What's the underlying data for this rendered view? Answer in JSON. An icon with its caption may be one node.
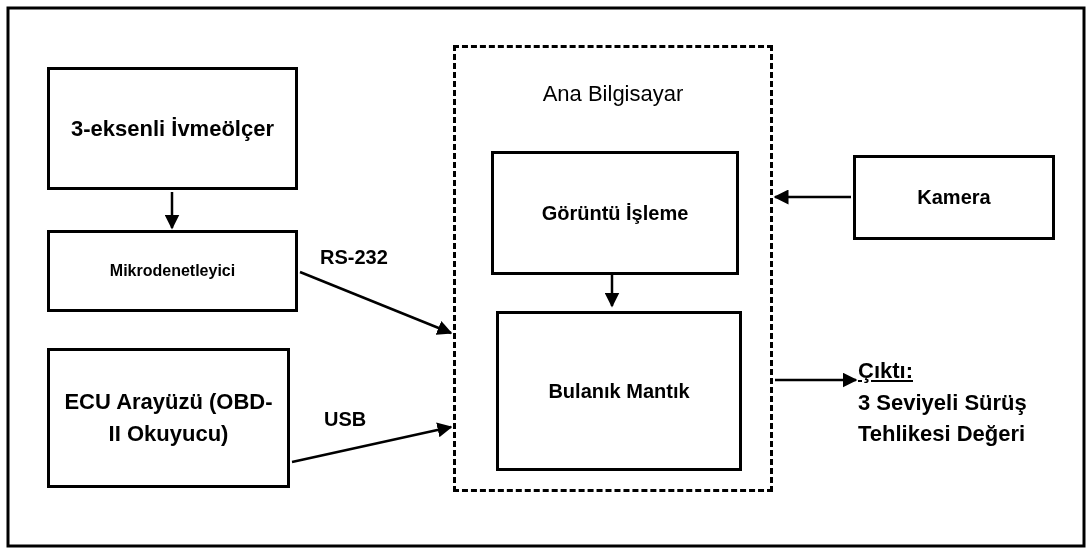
{
  "diagram": {
    "nodes": [
      {
        "text": [
          "3-eksenli İvmeölçer"
        ]
      },
      {
        "text": [
          "Mikrodenetleyici"
        ]
      },
      {
        "text": [
          "ECU Arayüzü (OBD-II Okuyucu)"
        ]
      },
      {
        "text": [
          "Ana Bilgisayar"
        ]
      },
      {
        "text": [
          "Görüntü İşleme"
        ],
        "in": 3
      },
      {
        "text": [
          "Bulanık Mantık"
        ],
        "in": 3
      },
      {
        "text": [
          "Kamera"
        ]
      },
      {
        "text": [
          "Çıktı:",
          "3 Seviyeli Sürüş Tehlikesi Değeri"
        ]
      }
    ],
    "edges": [
      {
        "from": 0,
        "to": 1,
        "arrow": "to"
      },
      {
        "from": 1,
        "to": 3,
        "arrow": "to",
        "label": "RS-232"
      },
      {
        "from": 2,
        "to": 3,
        "arrow": "to",
        "label": "USB"
      },
      {
        "from": 6,
        "to": 3,
        "arrow": "to"
      },
      {
        "from": 4,
        "to": 5,
        "arrow": "to"
      },
      {
        "from": 3,
        "to": 7,
        "arrow": "to"
      }
    ]
  }
}
